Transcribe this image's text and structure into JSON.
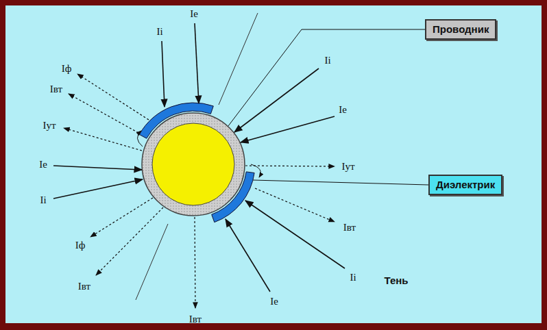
{
  "diagram": {
    "nodes": [
      {
        "text": [
          "Проводник"
        ]
      },
      {
        "text": [
          "Диэлектрик"
        ]
      }
    ],
    "labels": [
      "Ie",
      "Ii",
      "Ii",
      "Iф",
      "Iвт",
      "Ie",
      "Iут",
      "Ie",
      "Iут",
      "Ii",
      "Iвт",
      "Iф",
      "Ii",
      "Тень",
      "Iвт",
      "Ie",
      "Iвт"
    ]
  }
}
